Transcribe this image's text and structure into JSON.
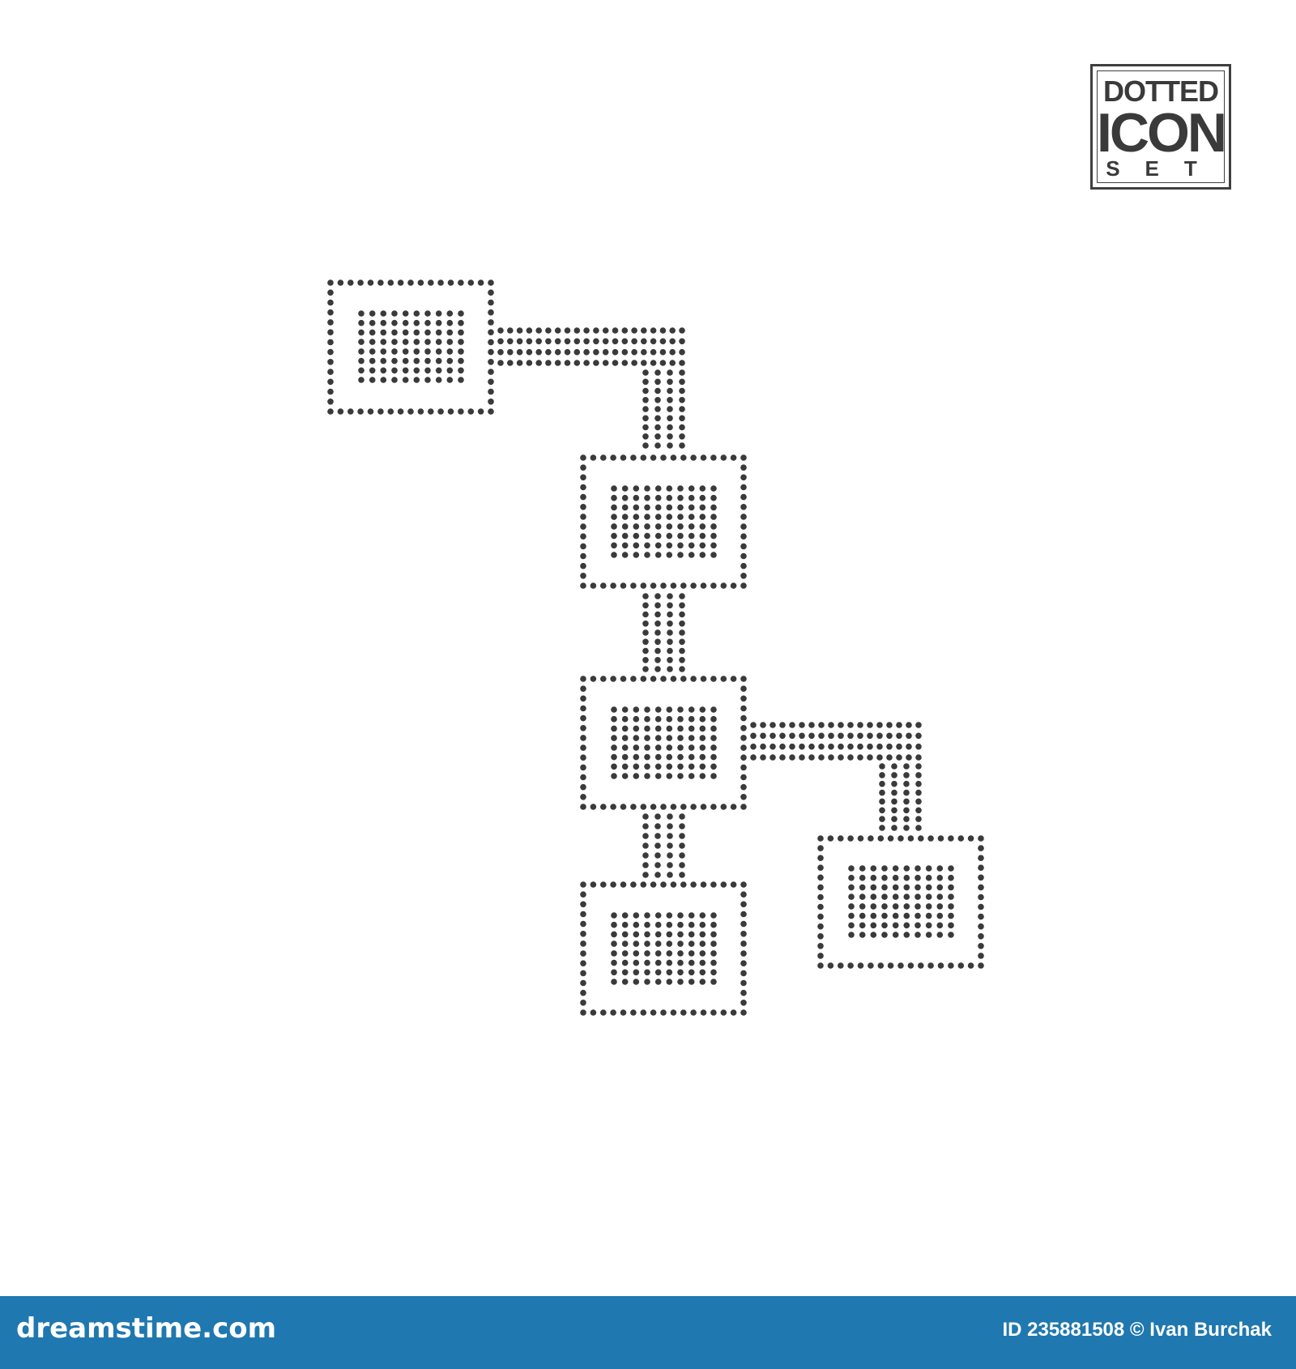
{
  "badge": {
    "line1": "DOTTED",
    "line2": "ICON",
    "line3": "SET"
  },
  "icon": {
    "subject": "flowchart-icon",
    "style": "dotted",
    "dot_color": "#3a3a3a"
  },
  "footer": {
    "brand": "dreamstime.com",
    "credit": "ID 235881508 © Ivan Burchak",
    "background": "#1f78b0"
  }
}
